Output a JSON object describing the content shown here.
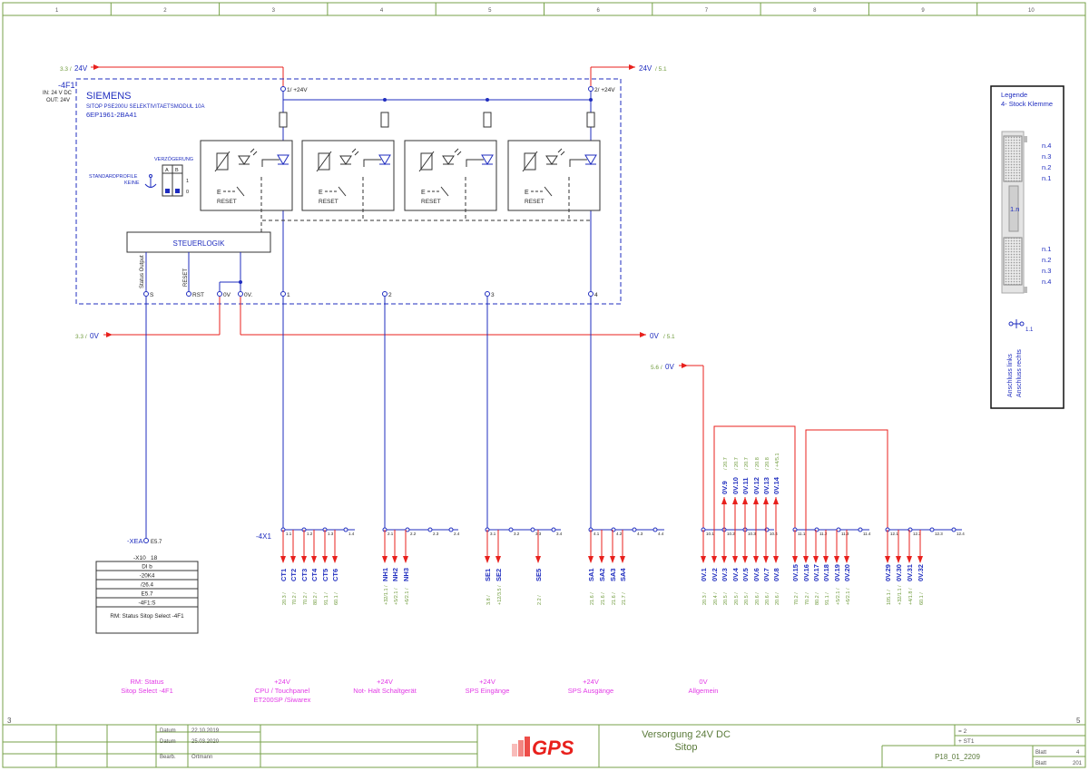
{
  "frame": {
    "columns": [
      "1",
      "2",
      "3",
      "4",
      "5",
      "6",
      "7",
      "8",
      "9",
      "10"
    ],
    "side_left": "3",
    "side_right": "5"
  },
  "colors": {
    "wire_blue": "#1f2dbf",
    "wire_red": "#e8201c",
    "frame_green": "#77a24a",
    "ref_green": "#6f9b3c",
    "label_magenta": "#e23ae6",
    "title_green": "#5a7a3a"
  },
  "supply": {
    "in_24v": {
      "ref": "3.3 /",
      "label": "24V"
    },
    "out_24v": {
      "label": "24V",
      "ref": "/ 5.1"
    },
    "in_0v": {
      "ref": "3.3 /",
      "label": "0V"
    },
    "out_0v": {
      "label": "0V",
      "ref": "/ 5.1"
    },
    "in_0v_b": {
      "ref": "5.6 /",
      "label": "0V"
    }
  },
  "device": {
    "tag": "-4F1",
    "in_rating": "IN: 24 V DC",
    "out_rating": "OUT: 24V",
    "brand": "SIEMENS",
    "description": "SITOP PSE200U SELEKTIVITAETSMODUL 10A",
    "part_number": "6EP1961-2BA41",
    "pin_1_24v": "1/ +24V",
    "pin_2_24v": "2/ +24V",
    "delay_label": "VERZÖGERUNG",
    "switch_cols": [
      "A",
      "B"
    ],
    "switch_rows": [
      "1",
      "0"
    ],
    "profile_label": "STANDARDPROFILE",
    "profile_value": "KEINE",
    "reset_label": "RESET",
    "logic_label": "STEUERLOGIK",
    "status_output": "Status Output",
    "reset_vertical": "RESET",
    "bottom_pins": [
      "S",
      "RST",
      "0V",
      "0V.",
      "1",
      "2",
      "3",
      "4"
    ]
  },
  "legend": {
    "title": "Legende",
    "subtitle": "4- Stock Klemme",
    "top_levels": [
      "n.4",
      "n.3",
      "n.2",
      "n.1"
    ],
    "mid_label": "1.n",
    "bottom_levels": [
      "n.1",
      "n.2",
      "n.3",
      "n.4"
    ],
    "bridge_ref": "1.1",
    "conn_left": "Anschluss links",
    "conn_right": "Anschluss rechts"
  },
  "xea": {
    "tag": "-XEA",
    "ref": "E5.7",
    "slot": "-X10",
    "slot_num": "18",
    "rows": [
      "DI b",
      "-20K4",
      "/26.4",
      "E5.7",
      "-4F1:S",
      "RM: Status Sitop Select -4F1"
    ]
  },
  "terminals": {
    "tag": "-4X1",
    "labels": [
      "1.1",
      "1.2",
      "1.3",
      "1.4",
      "2.1",
      "2.2",
      "2.3",
      "2.4",
      "3.1",
      "3.2",
      "3.3",
      "3.4",
      "4.1",
      "4.2",
      "4.3",
      "4.4",
      "10.1",
      "10.2",
      "10.3",
      "10.4",
      "11.1",
      "11.2",
      "11.3",
      "11.4",
      "12.1",
      "12.2",
      "12.3",
      "12.4"
    ]
  },
  "outputs": [
    {
      "id": "CT1",
      "ref": "20.3 /"
    },
    {
      "id": "CT2",
      "ref": "70.2 /"
    },
    {
      "id": "CT3",
      "ref": "70.2 /"
    },
    {
      "id": "CT4",
      "ref": "80.2 /"
    },
    {
      "id": "CT5",
      "ref": "91.1 /"
    },
    {
      "id": "CT6",
      "ref": "60.1 /"
    },
    {
      "id": "NH1",
      "ref": "+32/1.1 /"
    },
    {
      "id": "NH2",
      "ref": "+5/2.1 /"
    },
    {
      "id": "NH3",
      "ref": "+6/2.1 /"
    },
    {
      "id": "SE1",
      "ref": "3.8 /"
    },
    {
      "id": "SE2",
      "ref": "+12/3.5 /"
    },
    {
      "id": "SE5",
      "ref": "2.2 /"
    },
    {
      "id": "SA1",
      "ref": "21.6 /"
    },
    {
      "id": "SA2",
      "ref": "21.6 /"
    },
    {
      "id": "SA3",
      "ref": "21.6 /"
    },
    {
      "id": "SA4",
      "ref": "21.7 /"
    },
    {
      "id": "0V.1",
      "ref": "20.3 /"
    },
    {
      "id": "0V.2",
      "ref": "20.4 /"
    },
    {
      "id": "0V.3",
      "ref": "20.5 /"
    },
    {
      "id": "0V.4",
      "ref": "20.5 /"
    },
    {
      "id": "0V.5",
      "ref": "20.5 /"
    },
    {
      "id": "0V.6",
      "ref": "20.6 /"
    },
    {
      "id": "0V.7",
      "ref": "20.6 /"
    },
    {
      "id": "0V.8",
      "ref": "20.6 /"
    },
    {
      "id": "0V.15",
      "ref": "70.2 /"
    },
    {
      "id": "0V.16",
      "ref": "70.2 /"
    },
    {
      "id": "0V.17",
      "ref": "80.2 /"
    },
    {
      "id": "0V.18",
      "ref": "91.1 /"
    },
    {
      "id": "0V.19",
      "ref": "+5/2.1 /"
    },
    {
      "id": "0V.20",
      "ref": "+6/2.1 /"
    },
    {
      "id": "0V.29",
      "ref": "105.1 /"
    },
    {
      "id": "0V.30",
      "ref": "+32/1.1 /"
    },
    {
      "id": "0V.31",
      "ref": "+4/1.8 /"
    },
    {
      "id": "0V.32",
      "ref": "60.1 /"
    }
  ],
  "bridge_outputs": [
    {
      "id": "0V.9",
      "ref": "/ 20.7"
    },
    {
      "id": "0V.10",
      "ref": "/ 20.7"
    },
    {
      "id": "0V.11",
      "ref": "/ 20.7"
    },
    {
      "id": "0V.12",
      "ref": "/ 20.8"
    },
    {
      "id": "0V.13",
      "ref": "/ 20.8"
    },
    {
      "id": "0V.14",
      "ref": "/ +4/5.1"
    }
  ],
  "groups": [
    {
      "lines": [
        "RM: Status",
        "Sitop Select -4F1"
      ]
    },
    {
      "lines": [
        "+24V",
        "CPU / Touchpanel",
        "ET200SP /Siwarex"
      ]
    },
    {
      "lines": [
        "+24V",
        "Not- Halt Schaltgerät"
      ]
    },
    {
      "lines": [
        "+24V",
        "SPS Eingänge"
      ]
    },
    {
      "lines": [
        "+24V",
        "SPS Ausgänge"
      ]
    },
    {
      "lines": [
        "0V",
        "Allgemein"
      ]
    }
  ],
  "title_block": {
    "datum_label": "Datum",
    "datum1": "22.10.2019",
    "datum2": "25.03.2020",
    "bearb_label": "Bearb.",
    "bearb": "Ortmann",
    "logo": "GPS",
    "title_line1": "Versorgung 24V DC",
    "title_line2": "Sitop",
    "eq": "= 2",
    "plus": "+ ST1",
    "drawing_no": "P18_01_2209",
    "blatt_label": "Blatt",
    "blatt": "4",
    "blatt_total_label": "Blatt",
    "blatt_total": "201"
  }
}
